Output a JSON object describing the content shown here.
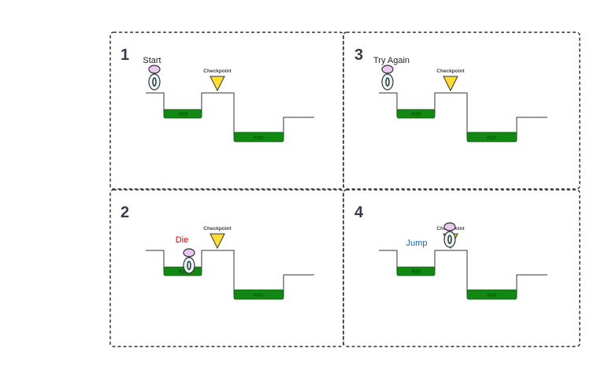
{
  "colors": {
    "border": "#333333",
    "ground": "#333333",
    "acid": "#118811",
    "acid_edge": "#0a5a0a",
    "checkpoint": "#ffdd33",
    "player_head": "#e8c8f0",
    "player_body": "#e6f4f4",
    "text_default": "#222222",
    "text_die": "#dd0000",
    "text_jump": "#1166cc"
  },
  "icons": {
    "player": "player-icon",
    "checkpoint": "checkpoint-flag-icon",
    "acid": "acid-pool-icon"
  },
  "panels": [
    {
      "number": "1",
      "caption": "Start",
      "caption_color": "text_default",
      "checkpoint_label": "Checkpoint",
      "acid_label": "Acid"
    },
    {
      "number": "3",
      "caption": "Try Again",
      "caption_color": "text_default",
      "checkpoint_label": "Checkpoint",
      "acid_label": "Acid"
    },
    {
      "number": "2",
      "caption": "Die",
      "caption_color": "text_die",
      "checkpoint_label": "Checkpoint",
      "acid_label": "Acid"
    },
    {
      "number": "4",
      "caption": "Jump",
      "caption_color": "text_jump",
      "checkpoint_label": "Checkpoint",
      "acid_label": "Acid"
    }
  ]
}
